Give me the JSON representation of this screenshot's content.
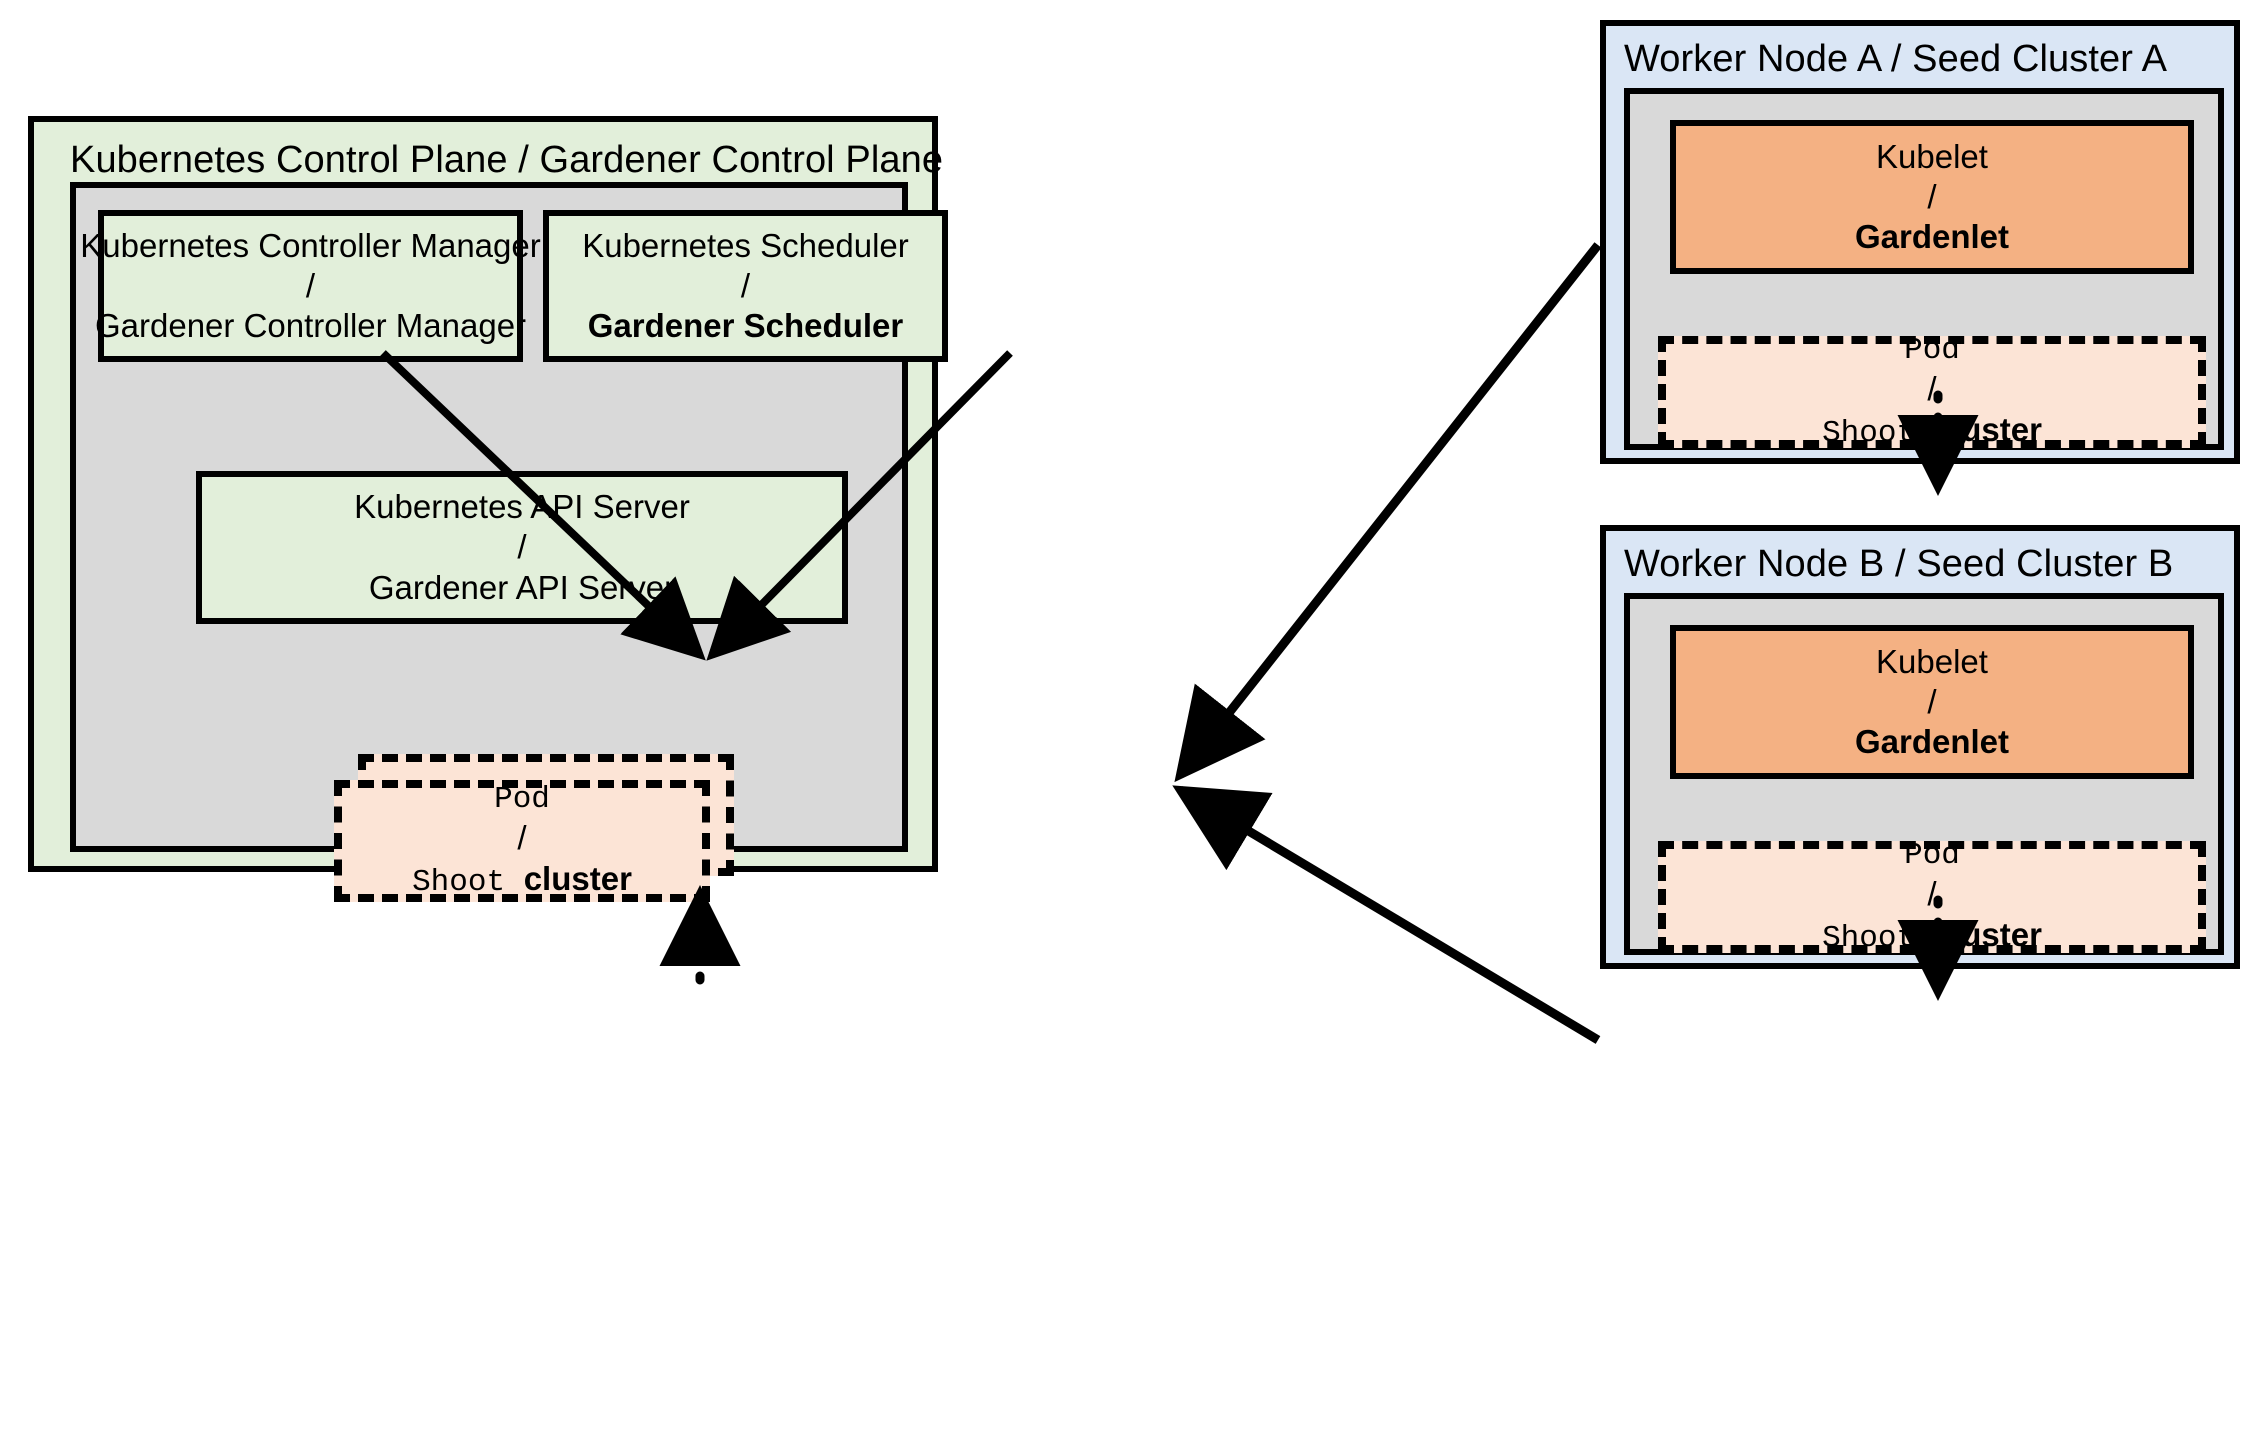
{
  "control_plane": {
    "title": "Kubernetes Control Plane / Gardener Control Plane",
    "controller_manager": {
      "line1": "Kubernetes Controller Manager",
      "separator": "/",
      "line2": "Gardener Controller Manager"
    },
    "scheduler": {
      "line1": "Kubernetes Scheduler",
      "separator": "/",
      "line2": "Gardener Scheduler"
    },
    "api_server": {
      "line1": "Kubernetes API Server",
      "separator": "/",
      "line2": "Gardener API Server"
    },
    "pod": {
      "line1": "Pod",
      "separator": "/",
      "line2_mono": "Shoot ",
      "line2_bold": "cluster"
    }
  },
  "worker_node_a": {
    "title": "Worker Node A / Seed Cluster A",
    "agent": {
      "line1": "Kubelet",
      "separator": "/",
      "line2": "Gardenlet"
    },
    "pod": {
      "line1": "Pod",
      "separator": "/",
      "line2_mono": "Shoot ",
      "line2_bold": "cluster"
    }
  },
  "worker_node_b": {
    "title": "Worker Node B / Seed Cluster B",
    "agent": {
      "line1": "Kubelet",
      "separator": "/",
      "line2": "Gardenlet"
    },
    "pod": {
      "line1": "Pod",
      "separator": "/",
      "line2_mono": "Shoot ",
      "line2_bold": "cluster"
    }
  },
  "colors": {
    "green": "#e2efda",
    "gray": "#d9d9d9",
    "blue": "#dae6f5",
    "orange": "#f4b183",
    "peach": "#fce4d6",
    "stroke": "#000000"
  }
}
